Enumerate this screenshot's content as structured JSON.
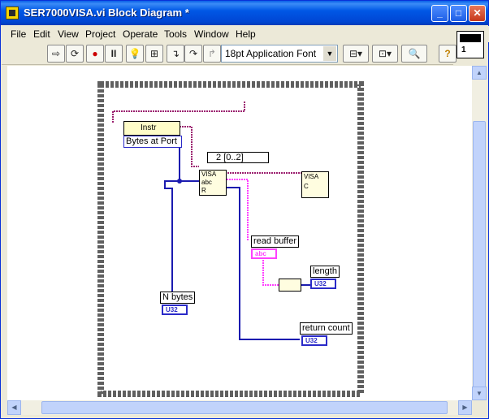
{
  "window": {
    "title": "SER7000VISA.vi Block Diagram *"
  },
  "caption_buttons": {
    "minimize": "_",
    "maximize": "□",
    "close": "✕"
  },
  "menu": [
    "File",
    "Edit",
    "View",
    "Project",
    "Operate",
    "Tools",
    "Window",
    "Help"
  ],
  "toolbar": {
    "font_select": "18pt Application Font",
    "icons": [
      "run-arrow-icon",
      "run-continuous-icon",
      "abort-icon",
      "pause-icon",
      "highlight-execution-icon",
      "retain-wire-values-icon",
      "step-into-icon",
      "step-over-icon",
      "step-out-icon",
      "align-icon",
      "distribute-icon",
      "search-icon",
      "help-icon"
    ]
  },
  "vi_icon": {
    "number": "1"
  },
  "diagram": {
    "case_selector": "2 [0..2]",
    "visa_node_label": "Instr",
    "property_label": "Bytes at Port",
    "labels": {
      "read_buffer": "read buffer",
      "length": "length",
      "n_bytes": "N bytes",
      "return_count": "return count"
    },
    "terminals": {
      "read_buffer": "abc",
      "length": "U32",
      "n_bytes": "U32",
      "return_count": "U32"
    },
    "visa_read_text": "VISA",
    "visa_read_sub": "abc",
    "visa_read_r": "R",
    "visa_close_text": "VISA",
    "visa_close_c": "C"
  },
  "colors": {
    "title_blue": "#0058e6",
    "wire_purple": "#9b1f6f",
    "wire_blue": "#1b1bb0",
    "wire_pink": "#ff40ff",
    "case_border": "#606060"
  }
}
